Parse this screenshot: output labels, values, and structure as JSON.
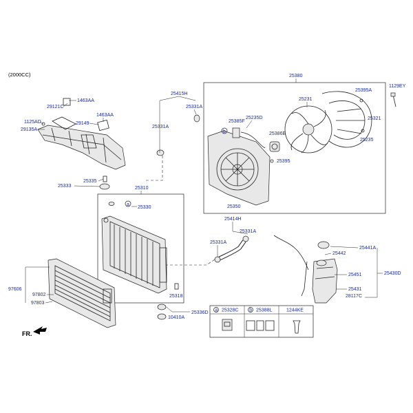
{
  "header": {
    "engine_note": "(2000CC)"
  },
  "orientation": {
    "label": "FR."
  },
  "labels": {
    "p29121c": "29121C",
    "p1463aa_a": "1463AA",
    "p1463aa_b": "1463AA",
    "p1125ad": "1125AD",
    "p29149": "29149",
    "p29135a": "29135A",
    "p25333": "25333",
    "p25335": "25335",
    "p25415h": "25415H",
    "p25331a_a": "25331A",
    "p25331a_b": "25331A",
    "p25310": "25310",
    "p25330": "25330",
    "p25318": "25318",
    "p25336d": "25336D",
    "p10410a": "10410A",
    "p97606": "97606",
    "p97802": "97802",
    "p97803": "97803",
    "p25380": "25380",
    "p1129ey": "1129EY",
    "p25231": "25231",
    "p25395a": "25395A",
    "p25385f": "25385F",
    "p25235d": "25235D",
    "p25386e": "25386E",
    "p25321": "25321",
    "p25235": "25235",
    "p25395": "25395",
    "p25350": "25350",
    "p25414h": "25414H",
    "p25331a_c": "25331A",
    "p25331a_d": "25331A",
    "p25441a": "25441A",
    "p25442": "25442",
    "p25430d": "25430D",
    "p25451": "25451",
    "p25431": "25431",
    "p28117c": "28117C",
    "callout_a": "a",
    "callout_b": "b"
  },
  "legend_table": {
    "headers": [
      {
        "callout": "a",
        "part": "25328C"
      },
      {
        "callout": "b",
        "part": "25388L"
      },
      {
        "callout": "",
        "part": "1244KE"
      }
    ]
  }
}
